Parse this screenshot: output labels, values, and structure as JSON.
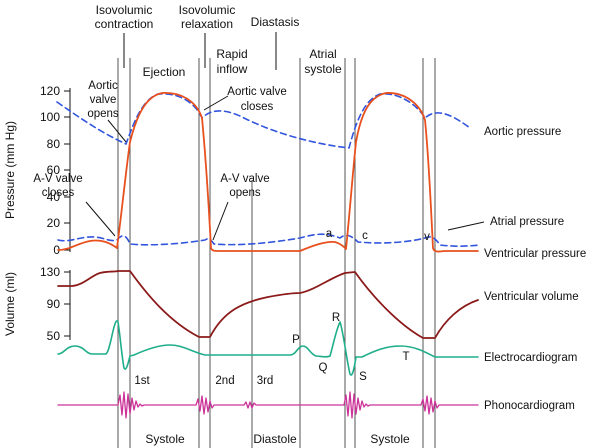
{
  "figure": {
    "phases": {
      "isovolumic_contraction": [
        "Isovolumic",
        "contraction"
      ],
      "isovolumic_relaxation": [
        "Isovolumic",
        "relaxation"
      ],
      "diastasis": "Diastasis",
      "ejection": "Ejection",
      "rapid_inflow": [
        "Rapid",
        "inflow"
      ],
      "atrial_systole": [
        "Atrial",
        "systole"
      ]
    },
    "pressure_axis": {
      "title": "Pressure (mm Hg)",
      "ticks": [
        "120",
        "100",
        "80",
        "60",
        "40",
        "20",
        "0"
      ]
    },
    "volume_axis": {
      "title": "Volume (ml)",
      "ticks": [
        "130",
        "90",
        "50"
      ]
    },
    "annotations": {
      "aortic_valve_opens": [
        "Aortic",
        "valve",
        "opens"
      ],
      "aortic_valve_closes": [
        "Aortic valve",
        "closes"
      ],
      "av_valve_closes": [
        "A-V valve",
        "closes"
      ],
      "av_valve_opens": [
        "A-V valve",
        "opens"
      ],
      "wave_a": "a",
      "wave_c": "c",
      "wave_v": "v"
    },
    "ecg_waves": {
      "p": "P",
      "q": "Q",
      "r": "R",
      "s": "S",
      "t": "T"
    },
    "heart_sounds": {
      "first": "1st",
      "second": "2nd",
      "third": "3rd"
    },
    "bottom_labels": {
      "systole_1": "Systole",
      "diastole": "Diastole",
      "systole_2": "Systole"
    },
    "legend": {
      "aortic_pressure": "Aortic pressure",
      "atrial_pressure": "Atrial pressure",
      "ventricular_pressure": "Ventricular pressure",
      "ventricular_volume": "Ventricular volume",
      "electrocardiogram": "Electrocardiogram",
      "phonocardiogram": "Phonocardiogram"
    },
    "colors": {
      "aortic_pressure": "#3355dd",
      "atrial_pressure": "#3355dd",
      "ventricular_pressure": "#e8501e",
      "ventricular_volume": "#8b1a1a",
      "electrocardiogram": "#1fae8a",
      "phonocardiogram": "#cc3399"
    }
  }
}
